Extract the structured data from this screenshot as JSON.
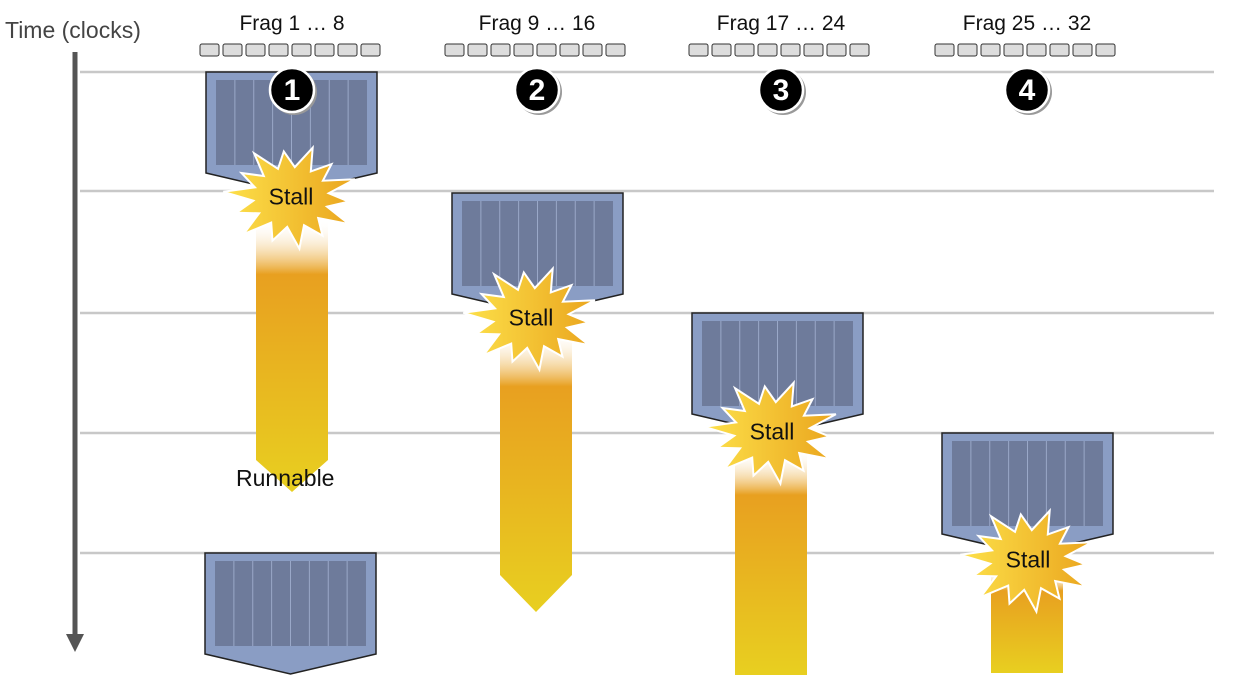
{
  "axis_label": "Time (clocks)",
  "groups": [
    {
      "label": "Frag 1 … 8",
      "number": "1",
      "stall": "Stall"
    },
    {
      "label": "Frag 9 … 16",
      "number": "2",
      "stall": "Stall"
    },
    {
      "label": "Frag 17 … 24",
      "number": "3",
      "stall": "Stall"
    },
    {
      "label": "Frag 25 … 32",
      "number": "4",
      "stall": "Stall"
    }
  ],
  "runnable_label": "Runnable",
  "colors": {
    "block": "#8a9dc4",
    "block_inner": "#6e7b9b",
    "bar_top": "#e8a020",
    "bar_bottom": "#e8cc20",
    "star": "#f5c52e"
  }
}
